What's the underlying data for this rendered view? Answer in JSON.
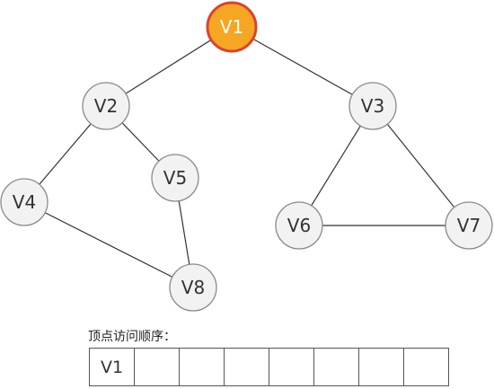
{
  "graph": {
    "nodes": [
      {
        "id": "V1",
        "label": "V1",
        "active": true
      },
      {
        "id": "V2",
        "label": "V2",
        "active": false
      },
      {
        "id": "V3",
        "label": "V3",
        "active": false
      },
      {
        "id": "V4",
        "label": "V4",
        "active": false
      },
      {
        "id": "V5",
        "label": "V5",
        "active": false
      },
      {
        "id": "V6",
        "label": "V6",
        "active": false
      },
      {
        "id": "V7",
        "label": "V7",
        "active": false
      },
      {
        "id": "V8",
        "label": "V8",
        "active": false
      }
    ],
    "edges": [
      [
        "V1",
        "V2"
      ],
      [
        "V1",
        "V3"
      ],
      [
        "V2",
        "V4"
      ],
      [
        "V2",
        "V5"
      ],
      [
        "V4",
        "V8"
      ],
      [
        "V5",
        "V8"
      ],
      [
        "V3",
        "V6"
      ],
      [
        "V3",
        "V7"
      ],
      [
        "V6",
        "V7"
      ]
    ],
    "colors": {
      "active_fill": "#f5a623",
      "active_stroke": "#d9442e",
      "node_fill": "#f2f2f2",
      "node_stroke": "#8a8a8a"
    }
  },
  "order": {
    "caption": "顶点访问顺序：",
    "cells": [
      "V1",
      "",
      "",
      "",
      "",
      "",
      "",
      ""
    ]
  }
}
